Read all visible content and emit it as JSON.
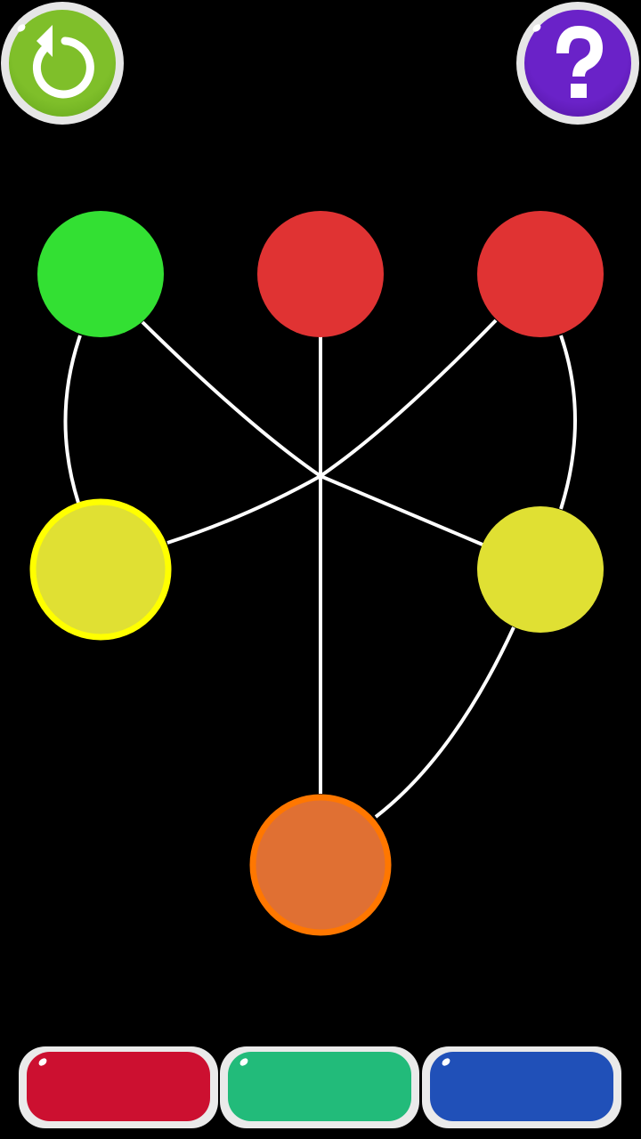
{
  "toolbar": {
    "restart_icon": "restart-arrow-icon",
    "help_icon": "question-mark-icon",
    "restart_color": "#7fbf2a",
    "help_color": "#6a22c8"
  },
  "graph": {
    "nodes": [
      {
        "id": "top-left",
        "color": "#33e033",
        "selected": false
      },
      {
        "id": "top-center",
        "color": "#e03333",
        "selected": false
      },
      {
        "id": "top-right",
        "color": "#e03333",
        "selected": false
      },
      {
        "id": "middle-left",
        "color": "#e0e033",
        "selected": true,
        "border": "#ffff00"
      },
      {
        "id": "middle-right",
        "color": "#e0e033",
        "selected": false
      },
      {
        "id": "bottom",
        "color": "#e07033",
        "selected": false,
        "border": "#ff7700"
      }
    ],
    "edges": [
      [
        "top-left",
        "middle-left"
      ],
      [
        "top-left",
        "middle-right"
      ],
      [
        "top-right",
        "middle-left"
      ],
      [
        "top-center",
        "bottom"
      ],
      [
        "top-right",
        "middle-right"
      ],
      [
        "middle-right",
        "bottom"
      ]
    ],
    "edge_color": "#ffffff"
  },
  "palette": [
    {
      "name": "red",
      "color": "#cc1030"
    },
    {
      "name": "green",
      "color": "#22bb7a"
    },
    {
      "name": "blue",
      "color": "#2050b8"
    }
  ]
}
